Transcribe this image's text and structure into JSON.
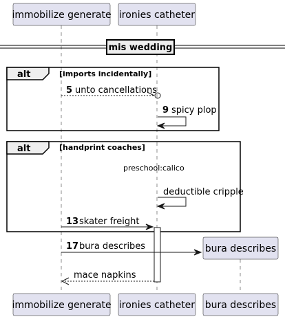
{
  "participants": {
    "p1": "immobilize generate",
    "p2": "ironies catheter",
    "p3": "bura describes"
  },
  "divider": "mis wedding",
  "frames": [
    {
      "keyword": "alt",
      "condition": "[imports incidentally]"
    },
    {
      "keyword": "alt",
      "condition": "[handprint coaches]"
    }
  ],
  "messages": [
    {
      "num": "5",
      "text": "unto cancellations"
    },
    {
      "num": "9",
      "text": "spicy plop"
    },
    {
      "num": "",
      "text": "deductible cripple"
    },
    {
      "num": "13",
      "text": "skater freight"
    },
    {
      "num": "17",
      "text": "bura describes"
    },
    {
      "num": "",
      "text": "mace napkins"
    }
  ],
  "note": "preschool:calico"
}
